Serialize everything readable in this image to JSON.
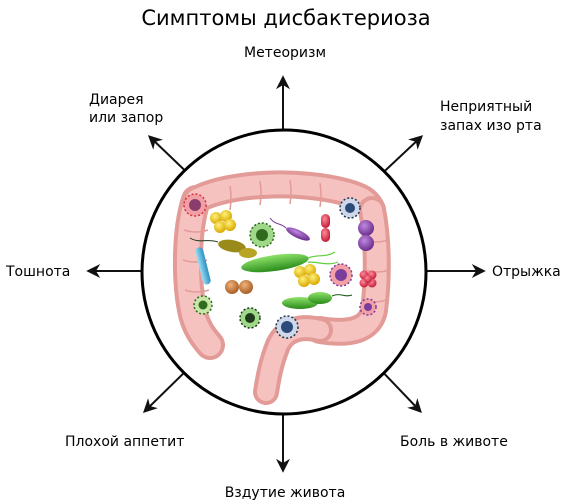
{
  "title": "Симптомы дисбактериоза",
  "symptoms": {
    "top": "Метеоризм",
    "top_left_line1": "Диарея",
    "top_left_line2": "или запор",
    "top_right_line1": "Неприятный",
    "top_right_line2": "запах изо рта",
    "left": "Тошнота",
    "right": "Отрыжка",
    "bottom_left": "Плохой аппетит",
    "bottom_right": "Боль в животе",
    "bottom": "Вздутие живота"
  },
  "colors": {
    "arrow": "#111111",
    "circle_stroke": "#000000",
    "colon_fill": "#f2b3b0",
    "colon_dark": "#e08a88",
    "bacteria_green": "#3fae2a",
    "bacteria_yellow": "#f2c80f",
    "bacteria_purple": "#7a3d9c",
    "bacteria_red": "#d7303f",
    "bacteria_blue": "#4fb3d9",
    "bacteria_brown": "#c27a3a"
  }
}
